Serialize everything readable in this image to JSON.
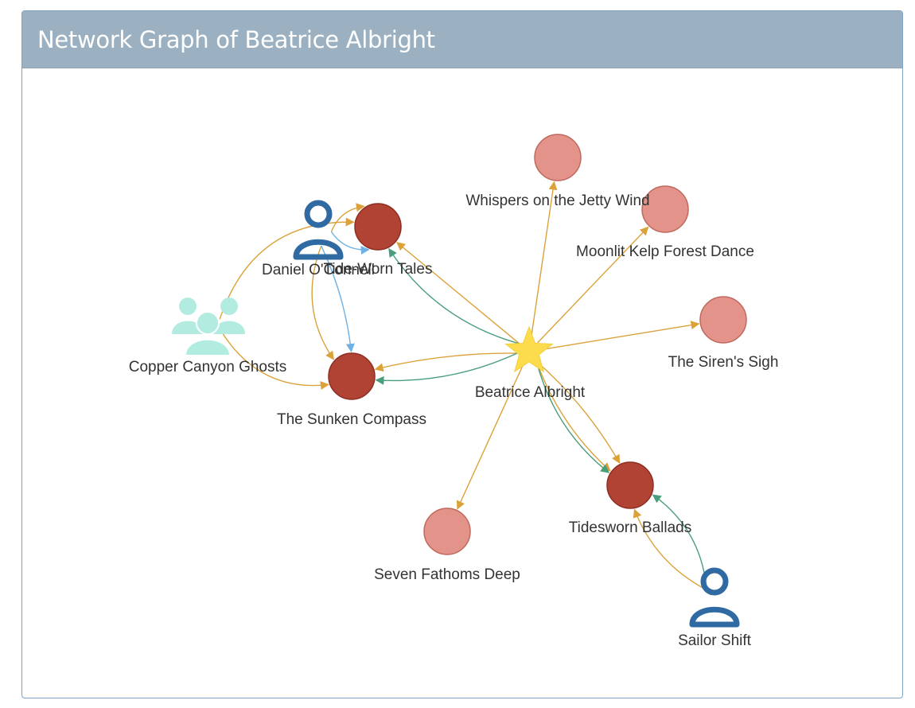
{
  "title": "Network Graph of Beatrice Albright",
  "colors": {
    "header_bg": "#9bb1c1",
    "edge_orange": "#dba23a",
    "edge_green": "#4a9e7c",
    "edge_blue": "#6fb1e4",
    "song_dark": "#b04333",
    "song_light": "#e39389",
    "person": "#2f6aa3",
    "group": "#b2ece0",
    "star": "#fcdc4d"
  },
  "nodes": [
    {
      "id": "beatrice",
      "label": "Beatrice Albright",
      "kind": "star-icon"
    },
    {
      "id": "whispers",
      "label": "Whispers on the Jetty Wind",
      "kind": "song-light"
    },
    {
      "id": "moonlit",
      "label": "Moonlit Kelp Forest Dance",
      "kind": "song-light"
    },
    {
      "id": "siren",
      "label": "The Siren's Sigh",
      "kind": "song-light"
    },
    {
      "id": "seven",
      "label": "Seven Fathoms Deep",
      "kind": "song-light"
    },
    {
      "id": "tidesworn",
      "label": "Tidesworn Ballads",
      "kind": "song-dark"
    },
    {
      "id": "sunken",
      "label": "The Sunken Compass",
      "kind": "song-dark"
    },
    {
      "id": "tideworn",
      "label": "Tide-Worn Tales",
      "kind": "song-dark"
    },
    {
      "id": "daniel",
      "label": "Daniel O'Connell",
      "kind": "person-icon"
    },
    {
      "id": "sailor",
      "label": "Sailor Shift",
      "kind": "person-icon"
    },
    {
      "id": "copper",
      "label": "Copper Canyon Ghosts",
      "kind": "group-icon"
    }
  ],
  "edges": [
    {
      "from": "beatrice",
      "to": "whispers",
      "color": "orange"
    },
    {
      "from": "beatrice",
      "to": "moonlit",
      "color": "orange"
    },
    {
      "from": "beatrice",
      "to": "siren",
      "color": "orange"
    },
    {
      "from": "beatrice",
      "to": "seven",
      "color": "orange"
    },
    {
      "from": "beatrice",
      "to": "tideworn",
      "color": "orange"
    },
    {
      "from": "beatrice",
      "to": "tideworn",
      "color": "green"
    },
    {
      "from": "beatrice",
      "to": "sunken",
      "color": "orange"
    },
    {
      "from": "beatrice",
      "to": "sunken",
      "color": "green"
    },
    {
      "from": "beatrice",
      "to": "tidesworn",
      "color": "orange"
    },
    {
      "from": "beatrice",
      "to": "tidesworn",
      "color": "orange"
    },
    {
      "from": "beatrice",
      "to": "tidesworn",
      "color": "green"
    },
    {
      "from": "sailor",
      "to": "tidesworn",
      "color": "orange"
    },
    {
      "from": "sailor",
      "to": "tidesworn",
      "color": "green"
    },
    {
      "from": "daniel",
      "to": "tideworn",
      "color": "orange"
    },
    {
      "from": "daniel",
      "to": "tideworn",
      "color": "blue"
    },
    {
      "from": "daniel",
      "to": "sunken",
      "color": "orange"
    },
    {
      "from": "daniel",
      "to": "sunken",
      "color": "blue"
    },
    {
      "from": "copper",
      "to": "tideworn",
      "color": "orange"
    },
    {
      "from": "copper",
      "to": "sunken",
      "color": "orange"
    }
  ]
}
